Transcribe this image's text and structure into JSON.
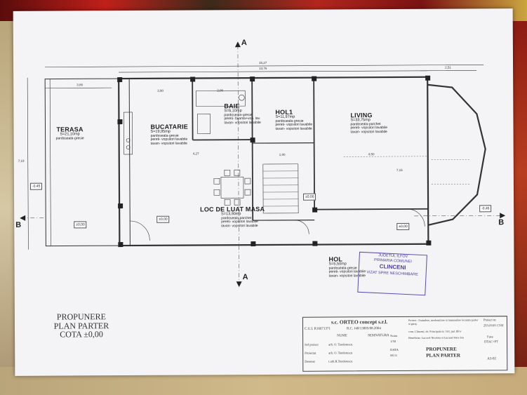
{
  "rooms": {
    "terasa": {
      "name": "TERASA",
      "area": "S=21,10mp",
      "finish": "pardoseala-gresie"
    },
    "bucatarie": {
      "name": "BUCATARIE",
      "area": "S=19,95mp",
      "floor": "pardoseala-gresie",
      "walls": "pereti- vopsitori lavabile",
      "ceiling": "tavan- vopsitori lavabile"
    },
    "baie": {
      "name": "BAIE",
      "area": "S=6,10mp",
      "floor": "pardoseala-gresie",
      "walls": "pereti- faianta+vop. lav.",
      "ceiling": "tavan- vopsitori lavabile"
    },
    "hol1": {
      "name": "HOL1",
      "area": "S=11,97mp",
      "floor": "pardoseala-gresie",
      "walls": "pereti- vopsitori lavabile",
      "ceiling": "tavan- vopsitori lavabile"
    },
    "living": {
      "name": "LIVING",
      "area": "S=33,75mp",
      "floor": "pardoseala-parchet",
      "walls": "pereti- vopsitori lavabile",
      "ceiling": "tavan- vopsitori lavabile"
    },
    "loc_de_luat_masa": {
      "name": "LOC DE LUAT MASA",
      "area": "S=13,90mp",
      "floor": "pardoseala-parchet",
      "walls": "pereti- vopsitori lavabile",
      "ceiling": "tavan- vopsitori lavabile"
    },
    "hol": {
      "name": "HOL",
      "area": "S=5,50mp",
      "floor": "pardoseala-gresie",
      "walls": "pereti- vopsitori lavabile",
      "ceiling": "tavan- vopsitori lavabile"
    }
  },
  "levels": {
    "terrace": "±0,00",
    "kitchen": "±0,00",
    "stairs": "±0,00",
    "living": "±0,00",
    "outside_left": "-0,45",
    "outside_right": "-0,45"
  },
  "section_markers": {
    "a": "A",
    "b": "B"
  },
  "dimensions": {
    "overall": "15,27",
    "inner": "13,76",
    "right": "2,51",
    "terasa_w": "3,86",
    "left_v": "7,19",
    "kitchen": "3,90",
    "bath": "2,06",
    "hol1": "1,80",
    "living_w": "4,50",
    "hall": "4,27",
    "living_2": "7,15"
  },
  "sheet_title": [
    "PROPUNERE",
    "PLAN PARTER",
    "COTA ±0,00"
  ],
  "title_block": {
    "company": "s.c. ORTEO concept s.r.l.",
    "cui": "C.U.I.  R16671371",
    "rc": "R.C. J40/13005/08.2004",
    "project_label": "Proiect : Extindere, modernizare si mansardare locuinta parter si garaj.",
    "address": "com. Clinceni, str. Principala nr. 163, jud. Ilfov",
    "beneficiary": "Beneficiar: Lucacel Nicoleta  si Lucacel Petre Ion",
    "project_no_label": "Proiect nr.",
    "project_no": "293-P16S CVH",
    "phase_label": "Faza",
    "phase": "DTAC+PT",
    "plan_no": "A3-02",
    "drawing_title": [
      "PROPUNERE",
      "PLAN PARTER"
    ],
    "col_name": "NUME",
    "col_sign": "SEMNATURA",
    "scale_label": "Scara",
    "scale": "1/50",
    "date_label": "DATA",
    "date": "08.11",
    "roles": [
      {
        "role": "Sef proiect",
        "name": "arh. O. Teodorescu"
      },
      {
        "role": "Proiectat",
        "name": "arh. O. Teodorescu"
      },
      {
        "role": "Desenat",
        "name": "t.arh.R.Teodorescu"
      }
    ]
  },
  "stamp": {
    "line1": "JUDETUL ILFOV",
    "line2": "PRIMARIA COMUNEI",
    "line3": "CLINCENI",
    "line4": "VIZAT SPRE NESCHIMBARE"
  }
}
